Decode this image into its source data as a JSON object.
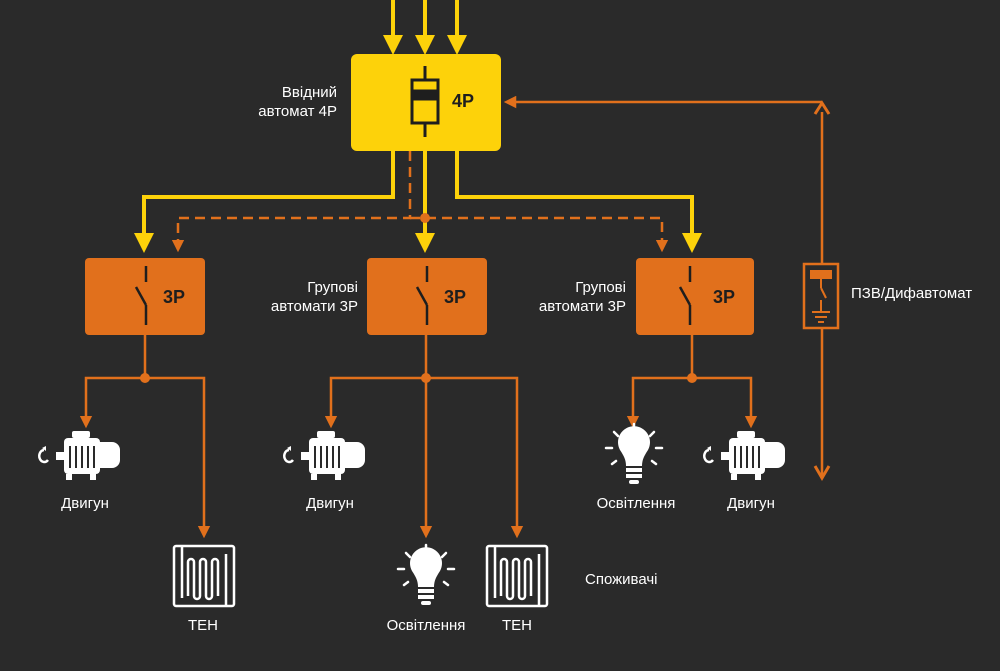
{
  "main_breaker": {
    "label_line1": "Ввідний",
    "label_line2": "автомат 4P",
    "poles": "4P"
  },
  "group_breakers": [
    {
      "poles": "3P"
    },
    {
      "poles": "3P",
      "label_line1": "Групові",
      "label_line2": "автомати 3P"
    },
    {
      "poles": "3P",
      "label_line1": "Групові",
      "label_line2": "автомати 3P"
    }
  ],
  "rcd": {
    "label": "ПЗВ/Дифавтомат"
  },
  "loads": {
    "motor": "Двигун",
    "heater": "ТЕН",
    "lighting": "Освітлення",
    "consumers": "Споживачі"
  },
  "colors": {
    "background": "#2a2a2a",
    "main_breaker": "#fdd20a",
    "group_breaker": "#e1701c",
    "feed_line": "#fdd20a",
    "branch_line": "#e1701c",
    "icon": "#ffffff"
  }
}
